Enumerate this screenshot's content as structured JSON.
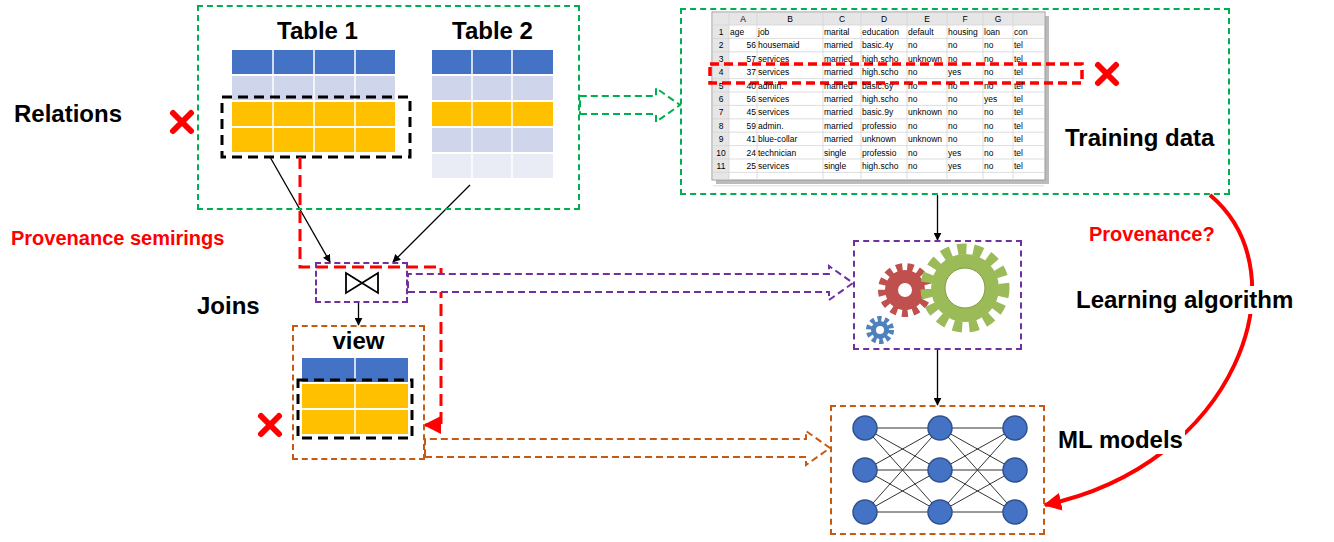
{
  "diagram": {
    "nodes": [
      {
        "text": [
          "Relations"
        ]
      },
      {
        "text": [
          "Table 1"
        ],
        "in": 0
      },
      {
        "text": [
          "Table 2"
        ],
        "in": 0
      },
      {
        "text": [
          "Joins"
        ]
      },
      {
        "text": [
          "view"
        ]
      },
      {
        "text": [
          "Training data"
        ]
      },
      {
        "text": [
          "Learning algorithm"
        ]
      },
      {
        "text": [
          "ML models"
        ]
      }
    ],
    "edges": [
      {
        "from": 1,
        "to": 3,
        "arrow": "to"
      },
      {
        "from": 2,
        "to": 3,
        "arrow": "to"
      },
      {
        "from": 3,
        "to": 4,
        "arrow": "to"
      },
      {
        "from": 1,
        "to": 4,
        "label": "Provenance semirings",
        "arrow": "to"
      },
      {
        "from": 0,
        "to": 5,
        "arrow": "to"
      },
      {
        "from": 3,
        "to": 6,
        "arrow": "to"
      },
      {
        "from": 4,
        "to": 7,
        "arrow": "to"
      },
      {
        "from": 5,
        "to": 6,
        "arrow": "to"
      },
      {
        "from": 6,
        "to": 7,
        "arrow": "to"
      },
      {
        "from": 5,
        "to": 7,
        "label": "Provenance?",
        "arrow": "to"
      }
    ],
    "labels": [
      "A",
      "B",
      "C",
      "D",
      "E",
      "F",
      "G",
      "1",
      "age",
      "job",
      "marital",
      "education",
      "default",
      "housing",
      "loan",
      "con",
      "2",
      "56",
      "housemaid",
      "married",
      "basic.4y",
      "no",
      "no",
      "no",
      "tel",
      "3",
      "57",
      "services",
      "married",
      "high.scho",
      "unknown",
      "no",
      "no",
      "tel",
      "4",
      "37",
      "services",
      "married",
      "high.scho",
      "no",
      "yes",
      "no",
      "tel",
      "5",
      "40",
      "admin.",
      "married",
      "basic.6y",
      "no",
      "no",
      "no",
      "tel",
      "6",
      "56",
      "services",
      "married",
      "high.scho",
      "no",
      "no",
      "yes",
      "tel",
      "7",
      "45",
      "services",
      "married",
      "basic.9y",
      "unknown",
      "no",
      "no",
      "tel",
      "8",
      "59",
      "admin.",
      "married",
      "professio",
      "no",
      "no",
      "no",
      "tel",
      "9",
      "41",
      "blue-collar",
      "married",
      "unknown",
      "unknown",
      "no",
      "no",
      "tel",
      "10",
      "24",
      "technician",
      "single",
      "professio",
      "no",
      "yes",
      "no",
      "tel",
      "11",
      "25",
      "services",
      "single",
      "high.scho",
      "no",
      "yes",
      "no",
      "tel"
    ]
  }
}
